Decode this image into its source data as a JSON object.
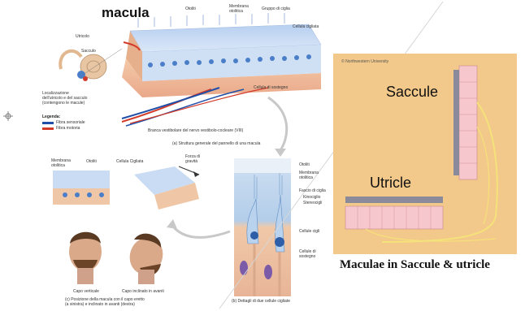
{
  "top_title": "macula",
  "top_labels": {
    "otoliti": "Otoliti",
    "membrana": "Membrana otolitica",
    "gruppo": "Gruppo di ciglia",
    "cellula_cigliata": "Cellula cigliata",
    "cellula_sostegno": "Cellula di sostegno",
    "branca": "Branca vestibolare del nervo vestibolo-cocleare (VIII)",
    "utricolo": "Utricolo",
    "sacculo": "Sacculo",
    "localizzazione": "Localizzazione dell'utricolo e del sacculo (contengono le macule)"
  },
  "legend": {
    "title": "Legenda:",
    "sensory": "Fibra sensoriale",
    "motor": "Fibra motoria",
    "sensory_color": "#1f4fa8",
    "motor_color": "#d23a2a"
  },
  "caption_a": "(a) Struttura generale del pannello di una macula",
  "bottom_left_labels": {
    "membrana": "Membrana otolitica",
    "otoliti": "Otoliti",
    "cellula_cigliata": "Cellula Cigliata",
    "forza": "Forza di gravità"
  },
  "heads": {
    "vertical": "Capo verticale",
    "tilted": "Capo inclinato in avanti"
  },
  "caption_c": "(c) Posizione della macula con il capo eretto (a sinistra) e inclinato in avanti (destra)",
  "detail_labels": {
    "otoliti": "Otoliti",
    "membrana": "Membrana otolitica",
    "fascio": "Fascio di ciglia",
    "kinocilio": "Kinociglio",
    "stereocigli": "Stereocigli",
    "cellule_cigl": "Cellule cigli",
    "cellule_sostegno": "Cellule di sostegno"
  },
  "caption_b": "(b) Dettagli di due cellule cigliate",
  "right_panel": {
    "credit": "© Northwestern University",
    "saccule": "Saccule",
    "utricle": "Utricle",
    "caption": "Maculae in Saccule & utricle",
    "bg_color": "#f2c98a"
  }
}
